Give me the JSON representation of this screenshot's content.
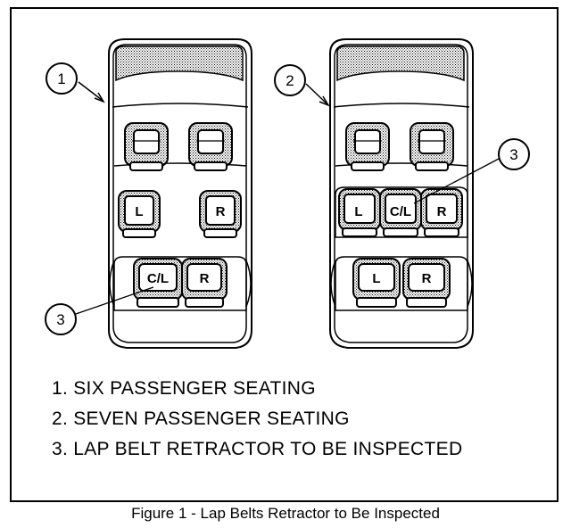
{
  "callouts": {
    "one": "1",
    "two": "2",
    "three": "3"
  },
  "seat_labels": {
    "left": "L",
    "right": "R",
    "center_left": "C/L"
  },
  "legend": [
    "1. SIX PASSENGER SEATING",
    "2. SEVEN PASSENGER SEATING",
    "3. LAP BELT RETRACTOR TO BE INSPECTED"
  ],
  "caption": "Figure 1 - Lap Belts Retractor to Be Inspected"
}
